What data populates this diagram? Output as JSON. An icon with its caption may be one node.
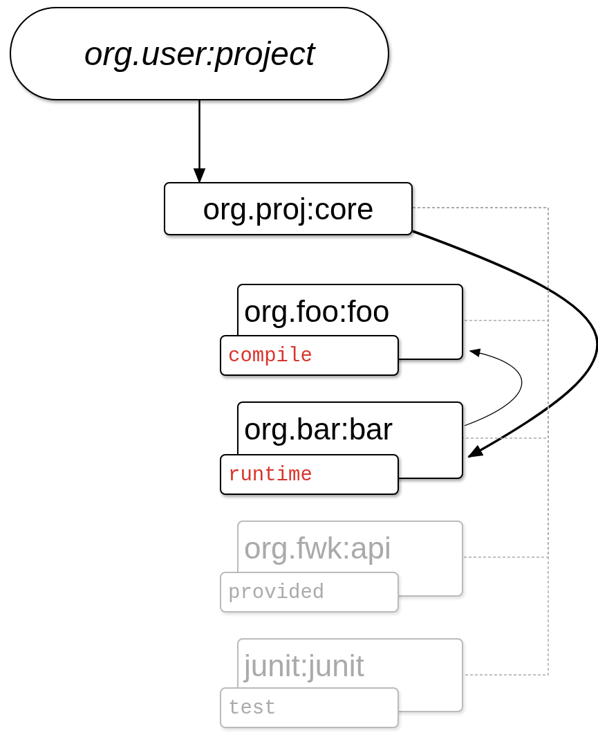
{
  "diagram": {
    "nodes": [
      {
        "text": [
          "org.user:project"
        ]
      },
      {
        "text": [
          "org.proj:core"
        ]
      },
      {
        "text": [
          "org.foo:foo",
          "compile"
        ]
      },
      {
        "text": [
          "org.bar:bar",
          "runtime"
        ]
      },
      {
        "text": [
          "org.fwk:api",
          "provided"
        ]
      },
      {
        "text": [
          "junit:junit",
          "test"
        ]
      }
    ],
    "edges": [
      {
        "from": 0,
        "to": 1,
        "arrow": "to",
        "color": "#000000"
      },
      {
        "from": 1,
        "to": 3,
        "arrow": "to",
        "style": "thick",
        "color": "#000000"
      },
      {
        "from": 3,
        "to": 2,
        "arrow": "to",
        "color": "#000000"
      },
      {
        "from": 1,
        "to": 2,
        "arrow": "none",
        "style": "dashed",
        "color": "#aaaaaa"
      },
      {
        "from": 1,
        "to": 3,
        "arrow": "none",
        "style": "dashed",
        "color": "#aaaaaa"
      },
      {
        "from": 1,
        "to": 4,
        "arrow": "none",
        "style": "dashed",
        "color": "#aaaaaa"
      },
      {
        "from": 1,
        "to": 5,
        "arrow": "none",
        "style": "dashed",
        "color": "#aaaaaa"
      }
    ]
  }
}
